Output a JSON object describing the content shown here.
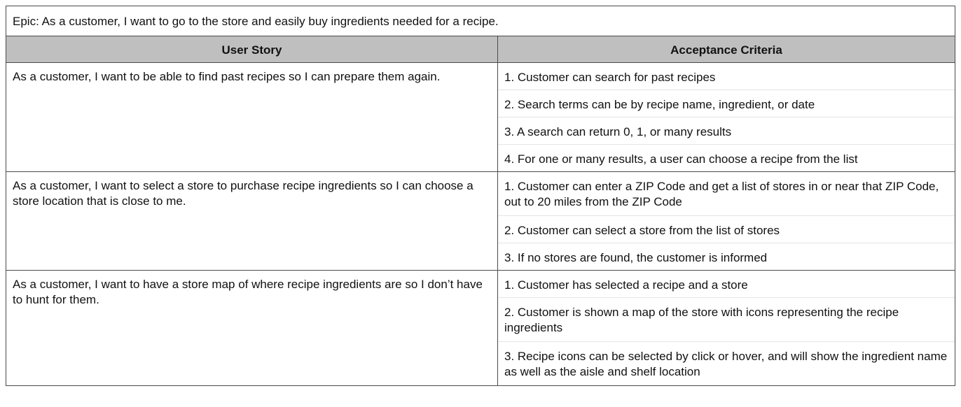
{
  "epic": "Epic: As a customer, I want to go to the store and easily buy ingredients needed for a recipe.",
  "headers": {
    "user_story": "User Story",
    "acceptance_criteria": "Acceptance Criteria"
  },
  "rows": [
    {
      "story": "As a customer, I want to be able to find past recipes so I can prepare them again.",
      "criteria": [
        "1. Customer can search for past recipes",
        "2. Search terms can be by recipe name, ingredient, or date",
        "3. A search can return 0, 1, or many results",
        "4. For one or many results, a user can choose a recipe from the list"
      ]
    },
    {
      "story": "As a customer, I want to select a store to purchase recipe ingredients so I can choose a store location that is close to me.",
      "criteria": [
        "1. Customer can enter a ZIP Code and get a list of stores in or near that ZIP Code, out to 20 miles from the ZIP Code",
        "2. Customer can select a store from the list of stores",
        "3. If no stores are found, the customer is informed"
      ]
    },
    {
      "story": "As a customer, I want to have a store map of where recipe ingredients are so I don’t have to hunt for them.",
      "criteria": [
        "1. Customer has selected a recipe and a store",
        "2. Customer is shown a map of the store with icons representing the recipe ingredients",
        "3. Recipe icons can be selected by click or hover, and will show the ingredient name as well as the aisle and shelf location"
      ]
    }
  ]
}
